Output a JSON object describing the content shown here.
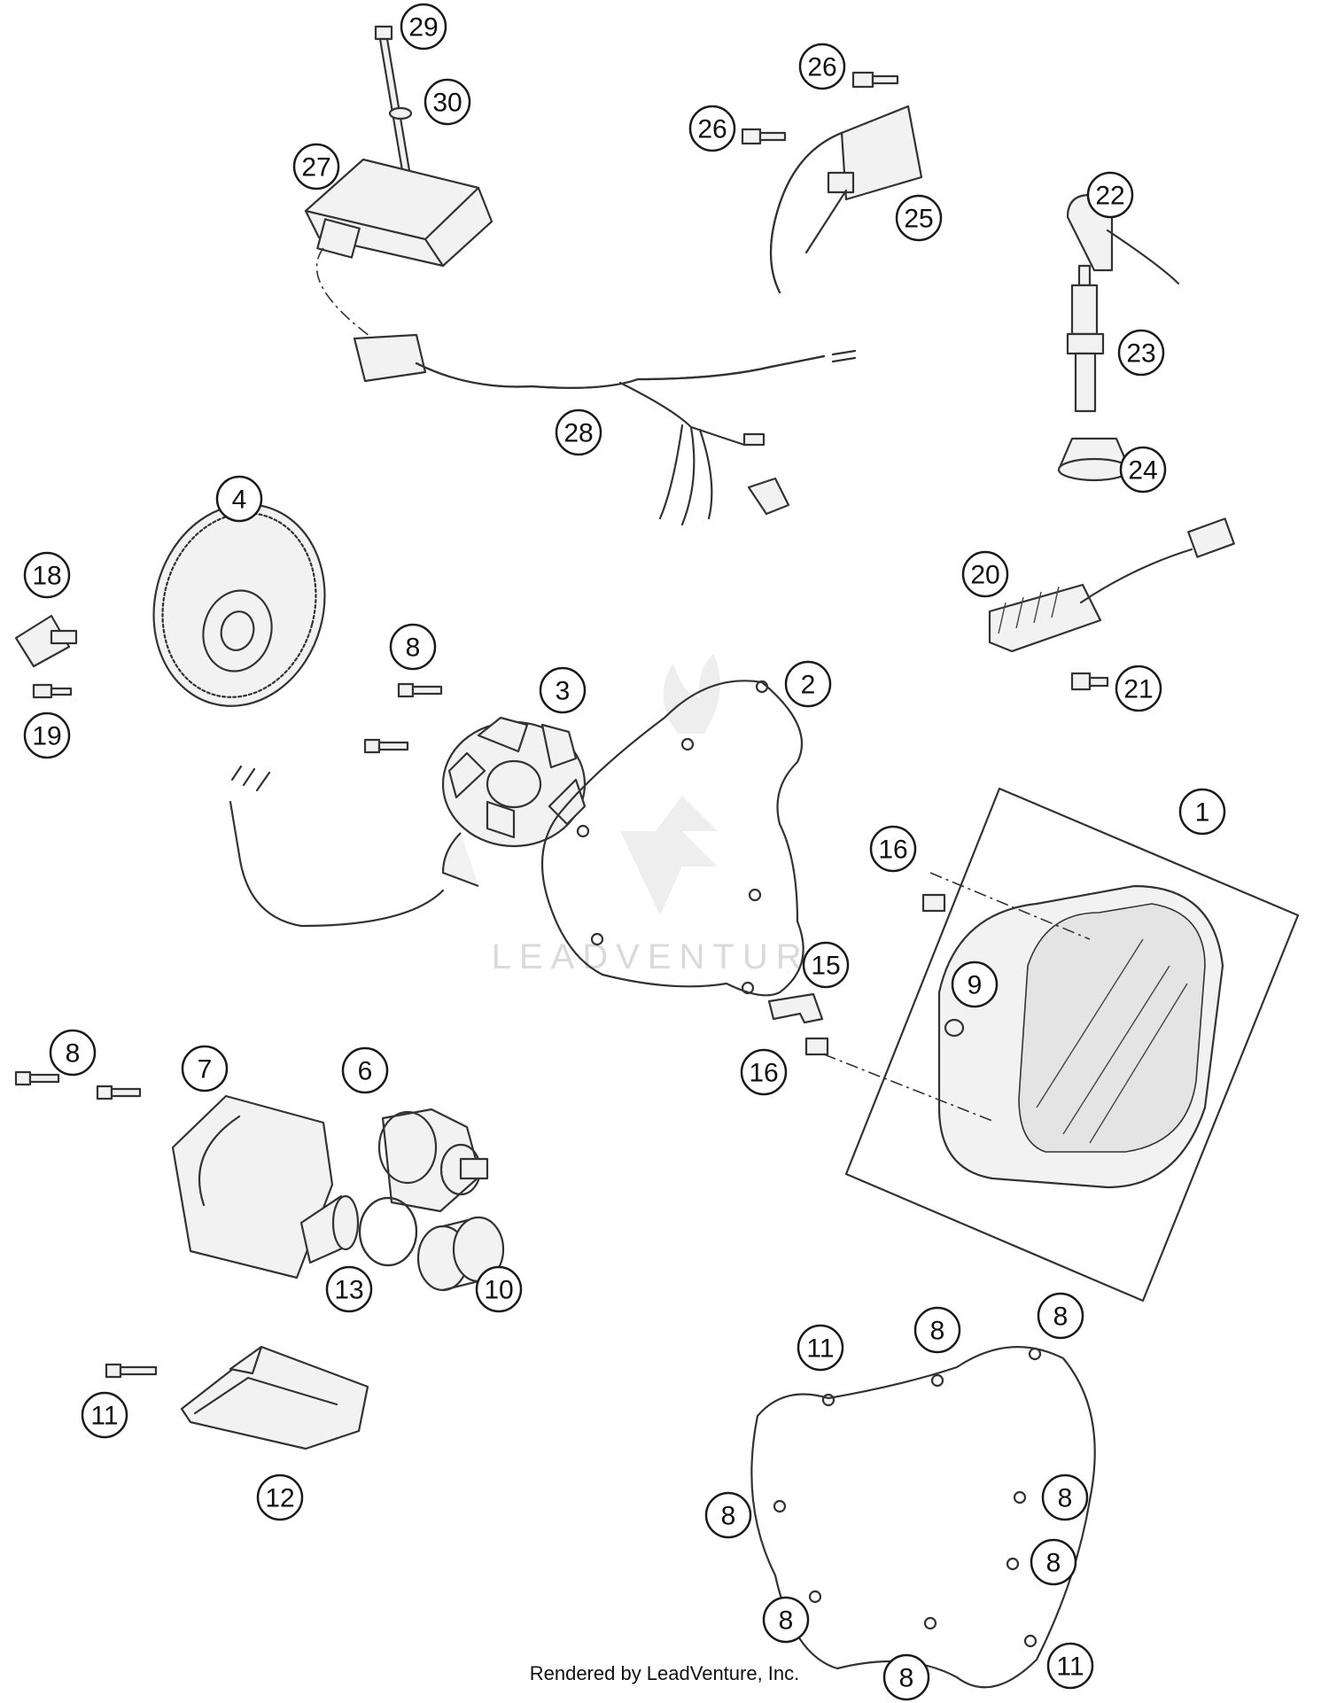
{
  "watermark": {
    "text": "LEADVENTURE"
  },
  "footer": {
    "text": "Rendered by LeadVenture, Inc."
  },
  "callouts": [
    {
      "id": "c29",
      "label": "29"
    },
    {
      "id": "c30",
      "label": "30"
    },
    {
      "id": "c27",
      "label": "27"
    },
    {
      "id": "c26a",
      "label": "26"
    },
    {
      "id": "c26b",
      "label": "26"
    },
    {
      "id": "c25",
      "label": "25"
    },
    {
      "id": "c22",
      "label": "22"
    },
    {
      "id": "c23",
      "label": "23"
    },
    {
      "id": "c24",
      "label": "24"
    },
    {
      "id": "c28",
      "label": "28"
    },
    {
      "id": "c4",
      "label": "4"
    },
    {
      "id": "c18",
      "label": "18"
    },
    {
      "id": "c19",
      "label": "19"
    },
    {
      "id": "c20",
      "label": "20"
    },
    {
      "id": "c21",
      "label": "21"
    },
    {
      "id": "c8a",
      "label": "8"
    },
    {
      "id": "c3",
      "label": "3"
    },
    {
      "id": "c2",
      "label": "2"
    },
    {
      "id": "c1",
      "label": "1"
    },
    {
      "id": "c16a",
      "label": "16"
    },
    {
      "id": "c9",
      "label": "9"
    },
    {
      "id": "c15",
      "label": "15"
    },
    {
      "id": "c16b",
      "label": "16"
    },
    {
      "id": "c8b",
      "label": "8"
    },
    {
      "id": "c7",
      "label": "7"
    },
    {
      "id": "c6",
      "label": "6"
    },
    {
      "id": "c13",
      "label": "13"
    },
    {
      "id": "c10",
      "label": "10"
    },
    {
      "id": "c11a",
      "label": "11"
    },
    {
      "id": "c12",
      "label": "12"
    },
    {
      "id": "c11b",
      "label": "11"
    },
    {
      "id": "c8c",
      "label": "8"
    },
    {
      "id": "c8d",
      "label": "8"
    },
    {
      "id": "c8e",
      "label": "8"
    },
    {
      "id": "c8f",
      "label": "8"
    },
    {
      "id": "c8g",
      "label": "8"
    },
    {
      "id": "c8h",
      "label": "8"
    },
    {
      "id": "c8i",
      "label": "8"
    },
    {
      "id": "c11c",
      "label": "11"
    }
  ]
}
